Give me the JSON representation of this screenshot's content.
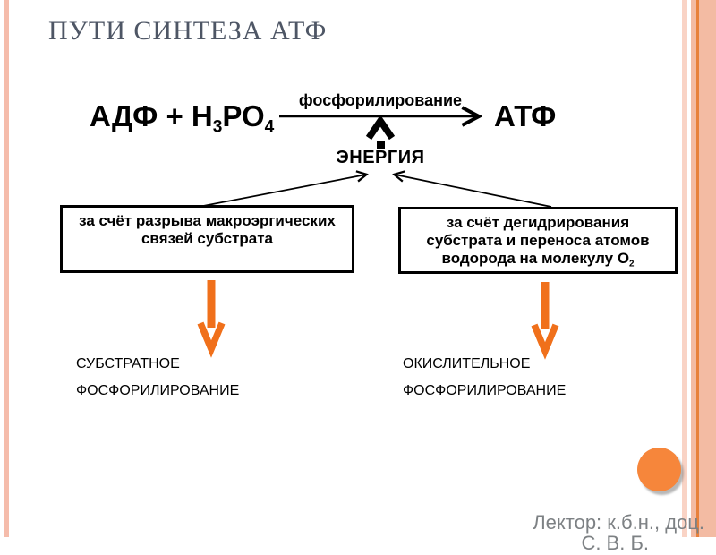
{
  "title": "ПУТИ СИНТЕЗА АТФ",
  "reaction": {
    "reactant_main": "АДФ + Н",
    "reactant_sub1": "3",
    "reactant_mid": "РО",
    "reactant_sub2": "4",
    "process_label": "фосфорилирование",
    "product": "АТФ",
    "energy_label": "ЭНЕРГИЯ"
  },
  "sources": {
    "left": {
      "line1": "за счёт разрыва макроэргических",
      "line2": "связей субстрата"
    },
    "right": {
      "line1": "за счёт дегидрирования",
      "line2": "субстрата и переноса атомов",
      "line3": "водорода на молекулу О",
      "line3_sub": "2"
    }
  },
  "pathways": {
    "left": {
      "line1": "СУБСТРАТНОЕ",
      "line2": "ФОСФОРИЛИРОВАНИЕ"
    },
    "right": {
      "line1": "ОКИСЛИТЕЛЬНОЕ",
      "line2": "ФОСФОРИЛИРОВАНИЕ"
    }
  },
  "footer": {
    "line1": "Лектор: к.б.н., доц.",
    "line2_clipped": "С. В. Б."
  },
  "colors": {
    "title_text": "#4e5665",
    "accent_orange_arrow": "#f0701b",
    "accent_orange_label": "#f1861f",
    "circle_orange": "#f6863b",
    "left_bar_pink": "#f5bcab",
    "right_stripe_pink": "#f3bba3",
    "right_stripe_orange_line": "#e8813b",
    "footer_gray": "#7d8184",
    "diagram_black": "#000000"
  }
}
